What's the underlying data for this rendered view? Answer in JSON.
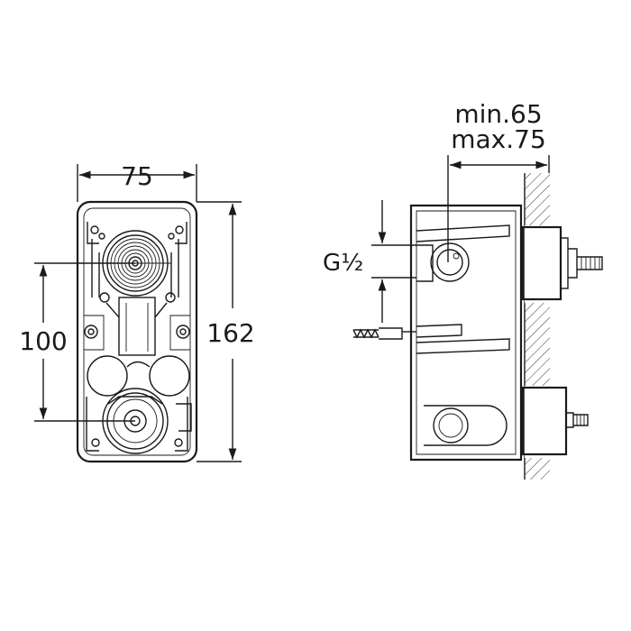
{
  "dimensions": {
    "width": "75",
    "height": "162",
    "spacing": "100",
    "depth_min": "min.65",
    "depth_max": "max.75",
    "thread": "G½"
  },
  "colors": {
    "line": "#1a1a1a",
    "background": "#ffffff"
  }
}
